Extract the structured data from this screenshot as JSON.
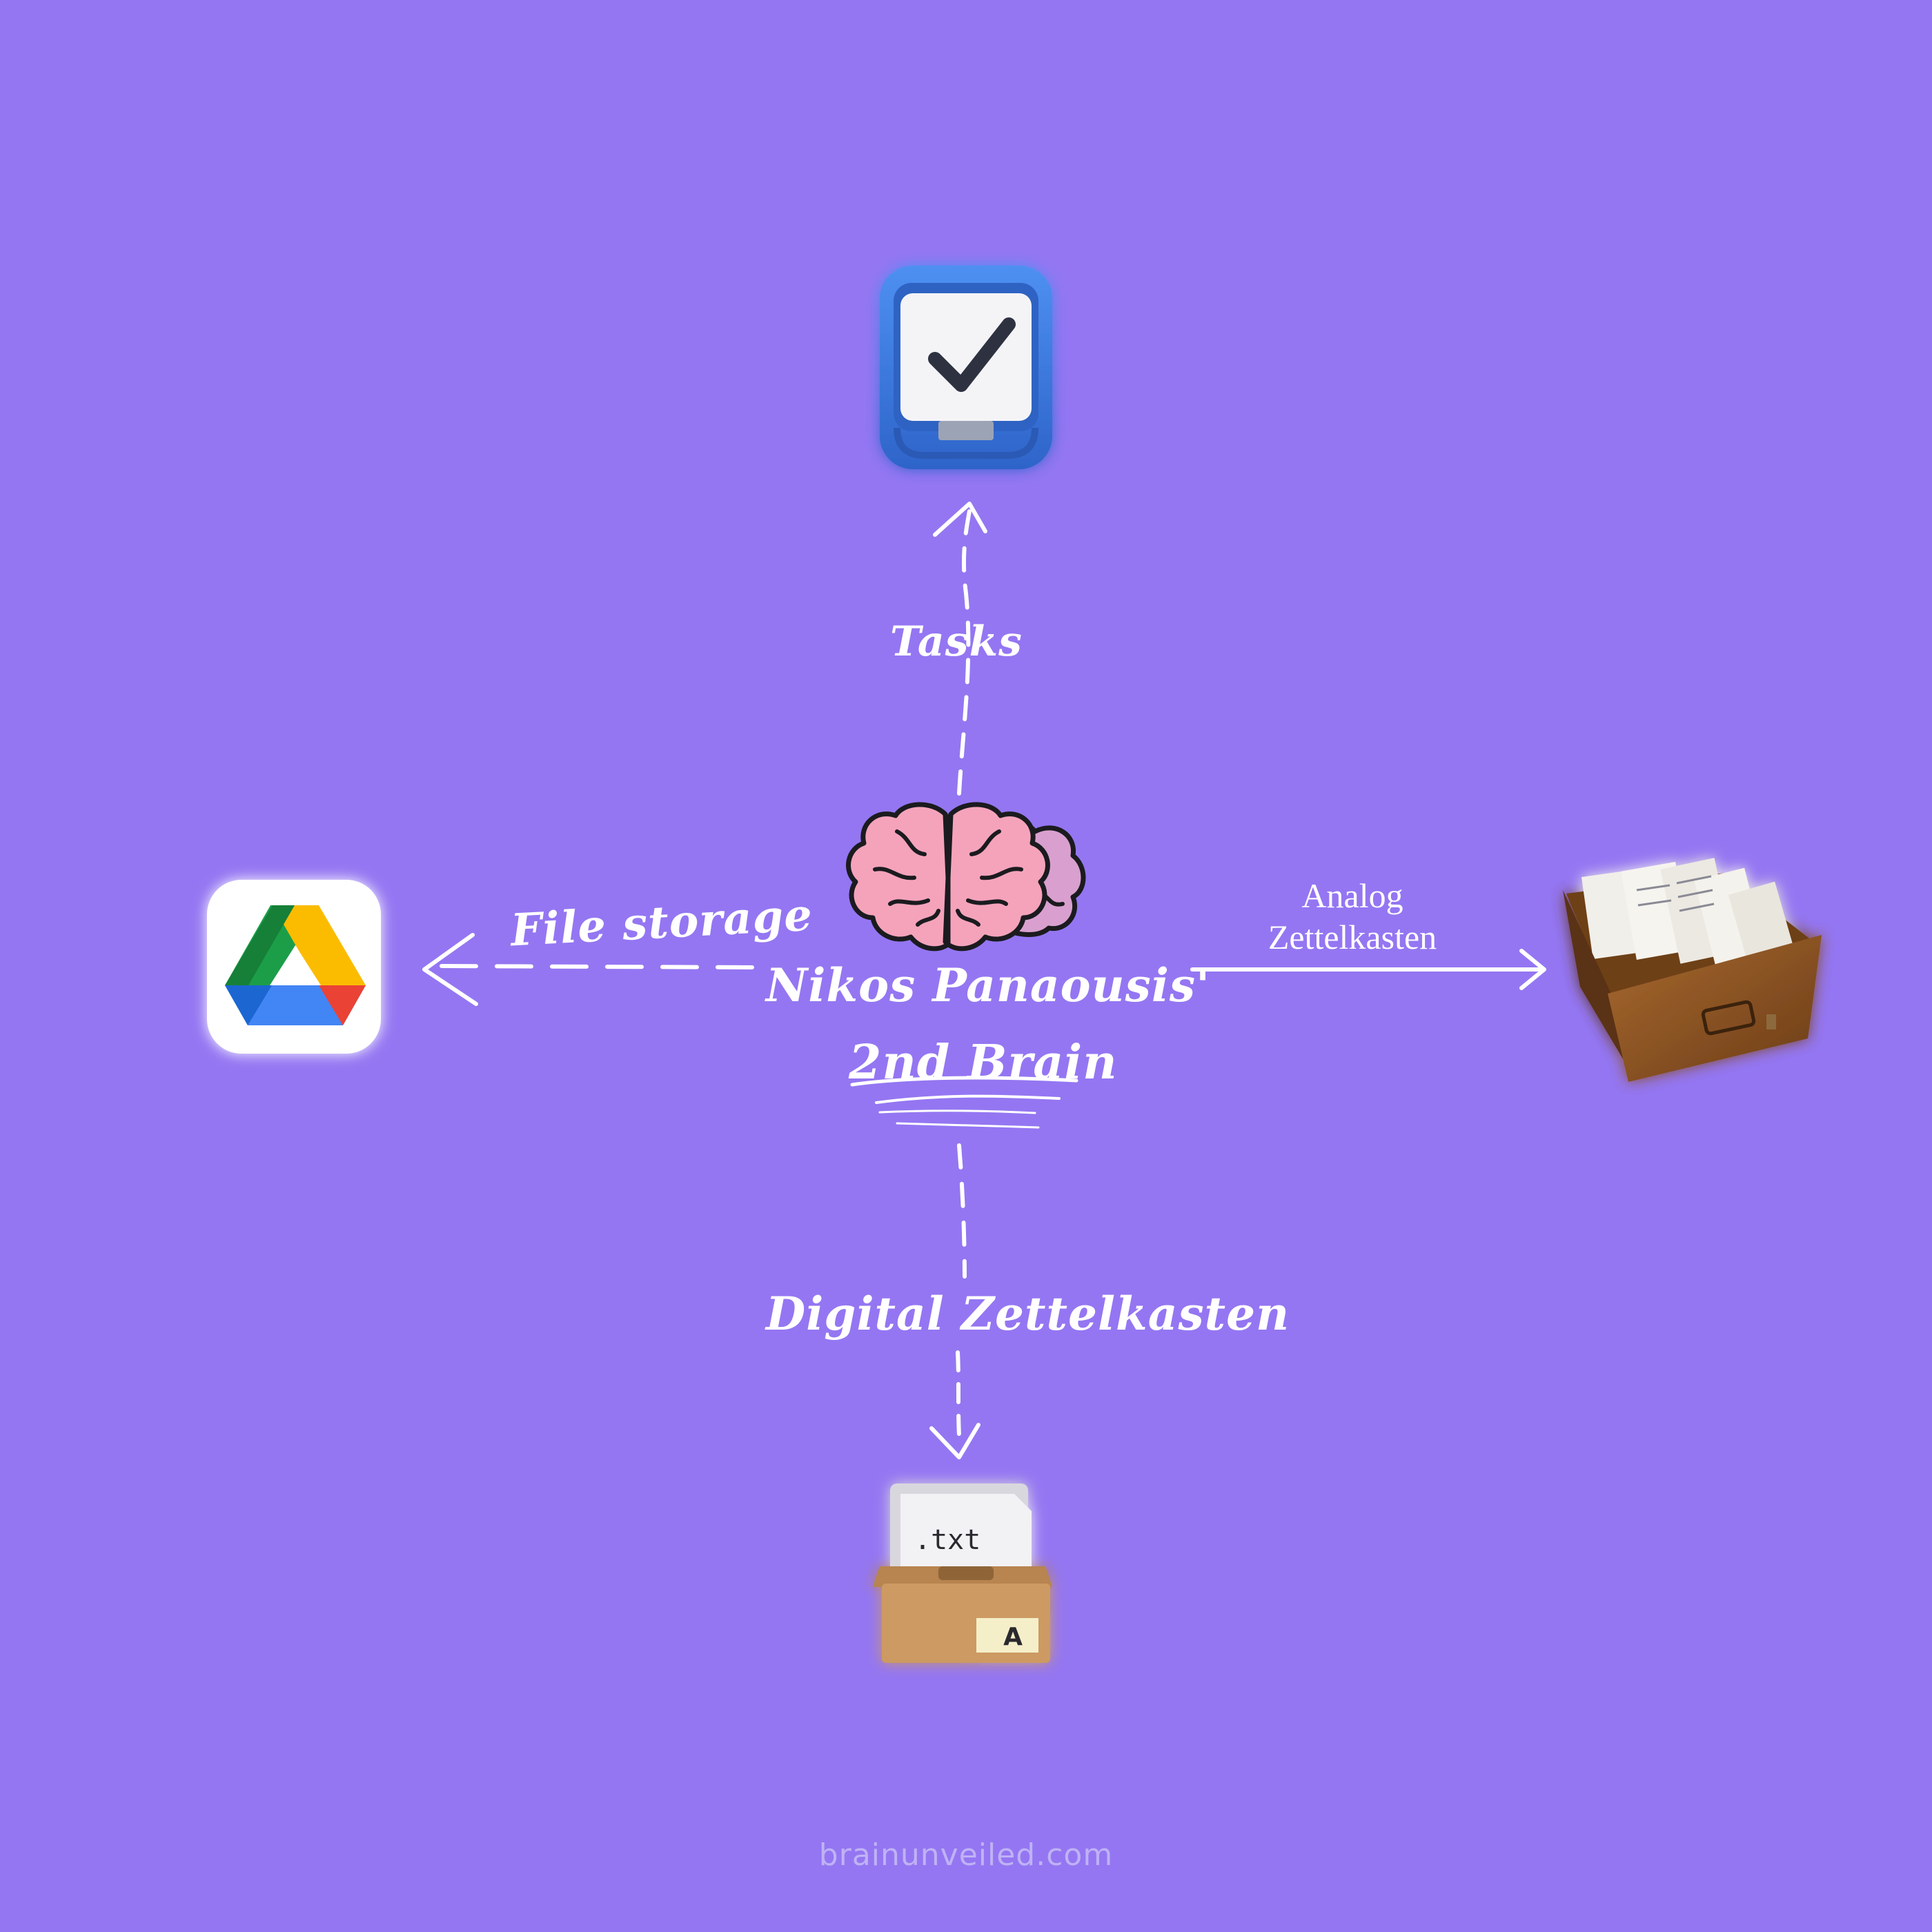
{
  "center": {
    "title": "Nikos Panaousis'",
    "subtitle": "2nd Brain"
  },
  "branches": {
    "tasks": {
      "label": "Tasks",
      "direction": "up",
      "line_style": "dashed",
      "app_icon": "things-checkbox-icon"
    },
    "file_storage": {
      "label": "File storage",
      "direction": "left",
      "line_style": "dashed",
      "app_icon": "google-drive-icon"
    },
    "analog": {
      "label_line1": "Analog",
      "label_line2": "Zettelkasten",
      "direction": "right",
      "line_style": "solid",
      "app_icon": "card-file-drawer-icon"
    },
    "digital": {
      "label": "Digital Zettelkasten",
      "direction": "down",
      "line_style": "dashed",
      "app_icon": "archive-box-icon"
    }
  },
  "archive_icon": {
    "file_text": ".txt",
    "tab_text": "A"
  },
  "footer": "brainunveiled.com",
  "colors": {
    "background": "#9476F2",
    "line": "#FFFFFF",
    "brain_pink": "#F5A3BB",
    "brain_purple": "#D9A0CF",
    "drive_green": "#1E9E48",
    "drive_yellow": "#FBBC04",
    "drive_blue": "#4285F4",
    "drive_red": "#EA4335",
    "things_blue": "#3E7FEA"
  }
}
